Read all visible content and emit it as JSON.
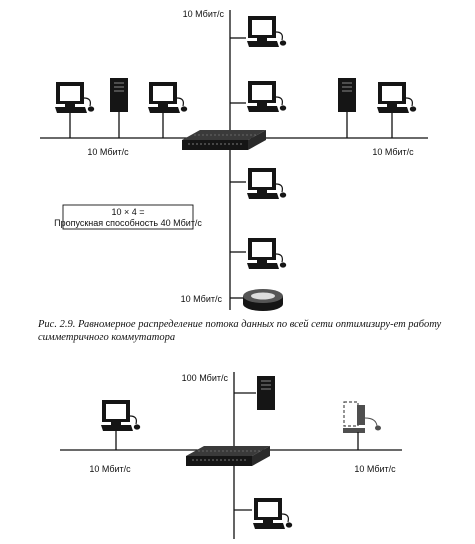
{
  "diagram1": {
    "labels": {
      "top_segment": "10 Мбит/с",
      "left_segment": "10 Мбит/с",
      "right_segment": "10 Мбит/с",
      "bottom_segment": "10 Мбит/с"
    },
    "calc_box": {
      "line1": "10 × 4 =",
      "line2": "Пропускная способность 40 Мбит/с"
    }
  },
  "caption": {
    "figure_ref": "Рис. 2.9.",
    "text": "Равномерное распределение потока данных по всей сети оптимизиру-ет работу симметричного коммутатора"
  },
  "diagram2": {
    "labels": {
      "server_link": "100 Мбит/с",
      "left_segment": "10 Мбит/с",
      "right_segment": "10 Мбит/с"
    }
  }
}
